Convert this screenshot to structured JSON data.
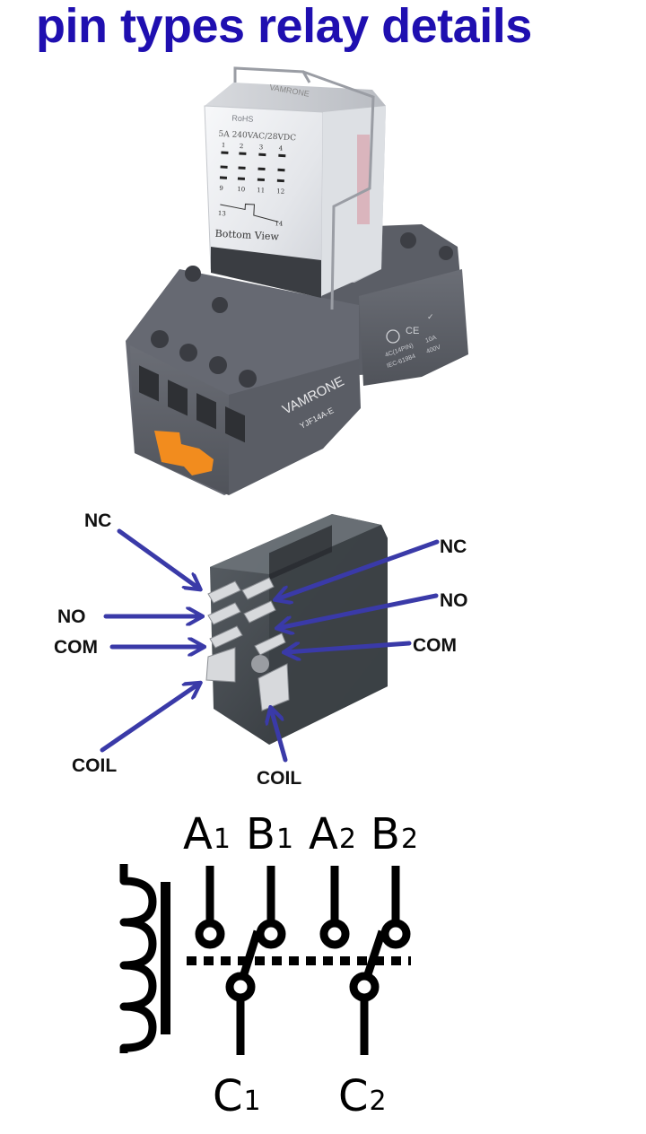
{
  "title": "pin types relay details",
  "colors": {
    "title": "#1f0fb0",
    "arrow": "#3a3aa8",
    "socket": "#5d6068",
    "clip": "#f28c1e"
  },
  "product_photo": {
    "relay_face": {
      "brand": "VAMRONE",
      "rohs": "RoHS",
      "rating": "5A 240VAC/28VDC",
      "pin_numbers_top": [
        "1",
        "2",
        "3",
        "4"
      ],
      "pin_numbers_bottom": [
        "9",
        "10",
        "11",
        "12"
      ],
      "coil_pins": [
        "13",
        "14"
      ],
      "view_label": "Bottom View"
    },
    "socket": {
      "brand": "VAMRONE",
      "model": "YJF14A-E",
      "spec_left_1": "4C(14PIN)",
      "spec_left_2": "IEC-61984",
      "spec_right_1": "10A",
      "spec_right_2": "400V"
    }
  },
  "pinout": {
    "left_labels": {
      "nc": "NC",
      "no": "NO",
      "com": "COM",
      "coil": "COIL"
    },
    "right_labels": {
      "nc": "NC",
      "no": "NO",
      "com": "COM",
      "coil": "COIL"
    }
  },
  "schematic": {
    "top_terminals": [
      {
        "letter": "A",
        "index": "1"
      },
      {
        "letter": "B",
        "index": "1"
      },
      {
        "letter": "A",
        "index": "2"
      },
      {
        "letter": "B",
        "index": "2"
      }
    ],
    "common_terminals": [
      {
        "letter": "C",
        "index": "1"
      },
      {
        "letter": "C",
        "index": "2"
      }
    ]
  }
}
